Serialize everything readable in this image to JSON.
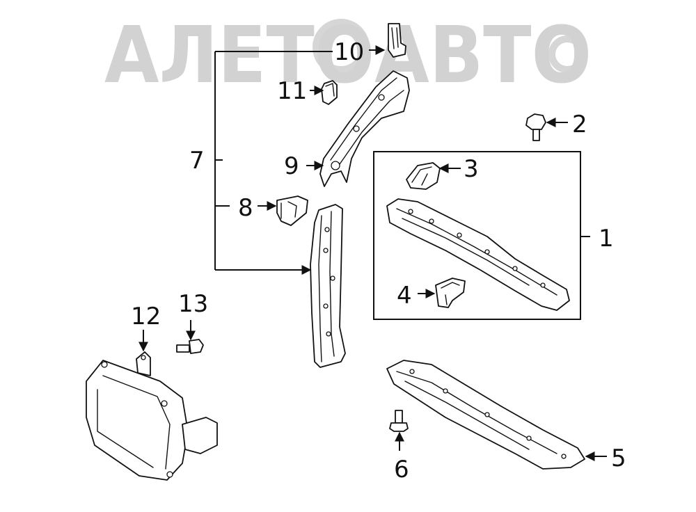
{
  "watermark": {
    "text": "АЛЕТОАВТО",
    "color": "#d2d2d2"
  },
  "callouts": {
    "c1": "1",
    "c2": "2",
    "c3": "3",
    "c4": "4",
    "c5": "5",
    "c6": "6",
    "c7": "7",
    "c8": "8",
    "c9": "9",
    "c10": "10",
    "c11": "11",
    "c12": "12",
    "c13": "13"
  },
  "colors": {
    "line": "#111111",
    "background": "#ffffff"
  }
}
